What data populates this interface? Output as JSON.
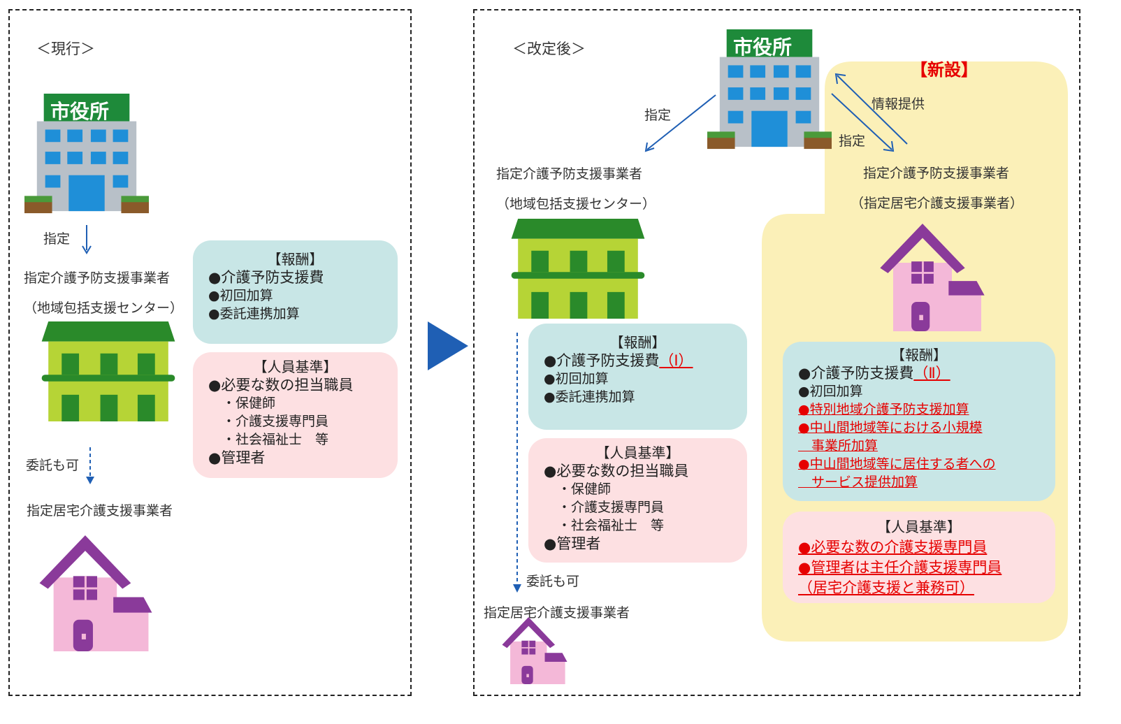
{
  "left": {
    "heading": "＜現行＞",
    "city_hall_sign": "市役所",
    "designate_label": "指定",
    "provider_name": "指定介護予防支援事業者",
    "provider_sub": "（地域包括支援センター）",
    "entrust_label": "委託も可",
    "home_provider": "指定居宅介護支援事業者",
    "remuneration": {
      "title": "【報酬】",
      "items": [
        "●介護予防支援費",
        "●初回加算",
        "●委託連携加算"
      ]
    },
    "staffing": {
      "title": "【人員基準】",
      "item1": "●必要な数の担当職員",
      "subs": [
        "・保健師",
        "・介護支援専門員",
        "・社会福祉士　等"
      ],
      "item2": "●管理者"
    }
  },
  "right": {
    "heading": "＜改定後＞",
    "city_hall_sign": "市役所",
    "new_label": "【新設】",
    "designate_left": "指定",
    "info_label": "情報提供",
    "designate_right": "指定",
    "provider_name": "指定介護予防支援事業者",
    "provider_sub": "（地域包括支援センター）",
    "new_provider_name": "指定介護予防支援事業者",
    "new_provider_sub": "（指定居宅介護支援事業者）",
    "entrust_label": "委託も可",
    "home_provider": "指定居宅介護支援事業者",
    "remuneration": {
      "title": "【報酬】",
      "item1": "●介護予防支援費",
      "item1_suffix": "（Ⅰ）",
      "items": [
        "●初回加算",
        "●委託連携加算"
      ]
    },
    "staffing": {
      "title": "【人員基準】",
      "item1": "●必要な数の担当職員",
      "subs": [
        "・保健師",
        "・介護支援専門員",
        "・社会福祉士　等"
      ],
      "item2": "●管理者"
    },
    "new_remuneration": {
      "title": "【報酬】",
      "item1": "●介護予防支援費",
      "item1_suffix": "（Ⅱ）",
      "item2": "●初回加算",
      "new_items": [
        "●特別地域介護予防支援加算",
        "●中山間地域等における小規模",
        "　事業所加算",
        "●中山間地域等に居住する者への",
        "　サービス提供加算"
      ]
    },
    "new_staffing": {
      "title": "【人員基準】",
      "items": [
        "●必要な数の介護支援専門員",
        "●管理者は主任介護支援専門員",
        "（居宅介護支援と兼務可）"
      ]
    }
  },
  "colors": {
    "teal": "#c8e6e6",
    "pink": "#fde0e2",
    "yellow": "#fbf0b8",
    "red": "#e60000",
    "arrow": "#1f5fb4"
  }
}
